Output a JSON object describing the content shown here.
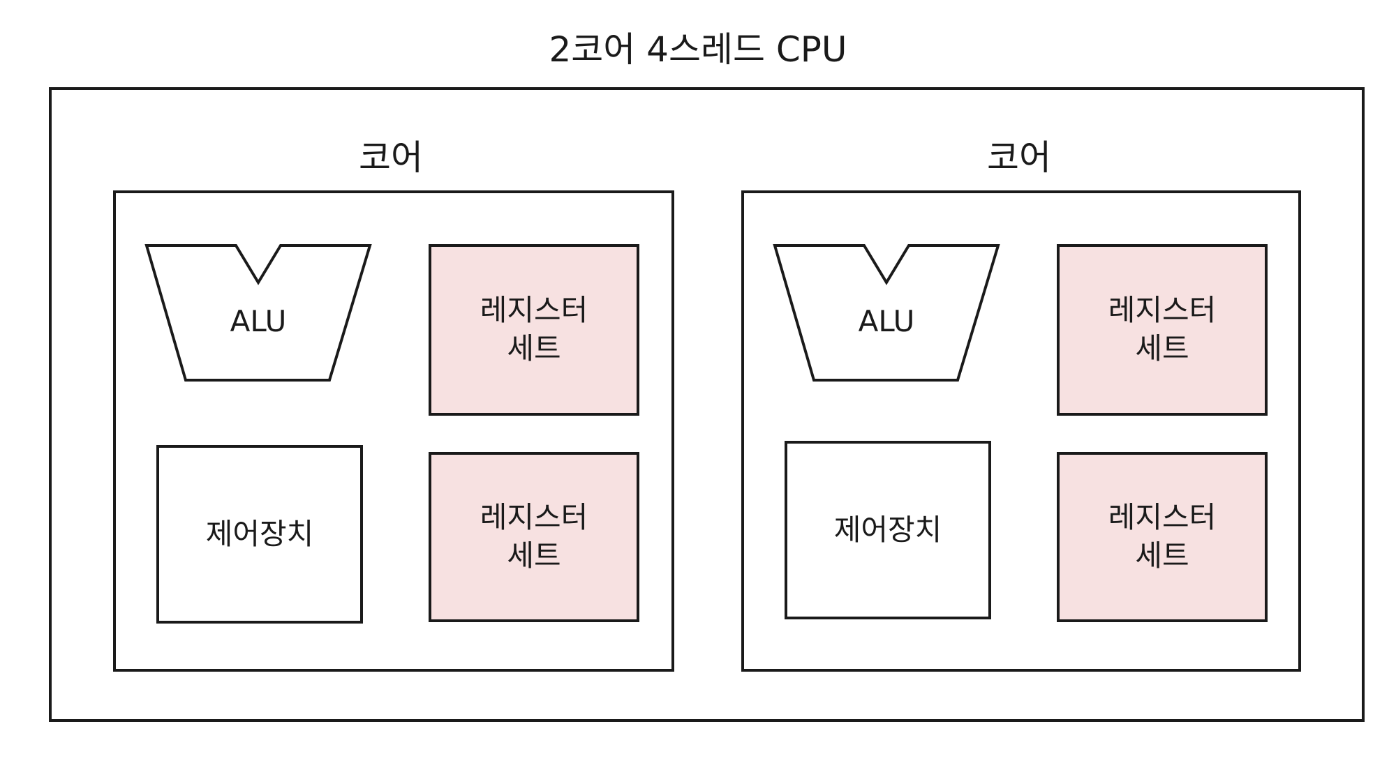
{
  "title": "2코어 4스레드 CPU",
  "colors": {
    "line": "#1a1a1a",
    "register_fill": "#f7e1e1",
    "background": "#ffffff"
  },
  "cores": [
    {
      "label": "코어",
      "alu": "ALU",
      "control_unit": "제어장치",
      "register_sets": [
        "레지스터\n세트",
        "레지스터\n세트"
      ]
    },
    {
      "label": "코어",
      "alu": "ALU",
      "control_unit": "제어장치",
      "register_sets": [
        "레지스터\n세트",
        "레지스터\n세트"
      ]
    }
  ]
}
